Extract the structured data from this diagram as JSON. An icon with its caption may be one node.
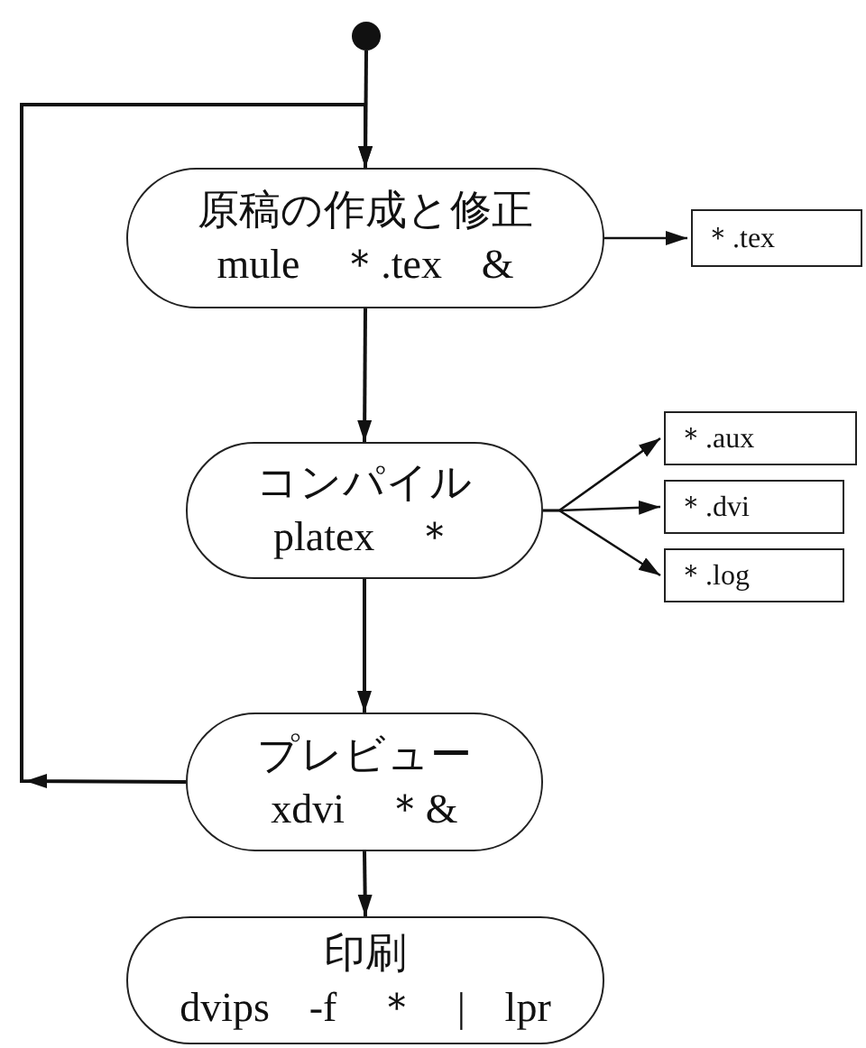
{
  "diagram": {
    "nodes": [
      {
        "text": [],
        "shape": "circle"
      },
      {
        "text": [
          "原稿の作成と修正",
          "mule ＊.tex &"
        ]
      },
      {
        "text": [
          "＊.tex"
        ]
      },
      {
        "text": [
          "コンパイル",
          "platex ＊"
        ]
      },
      {
        "text": [
          "＊.aux"
        ]
      },
      {
        "text": [
          "＊.dvi"
        ]
      },
      {
        "text": [
          "＊.log"
        ]
      },
      {
        "text": [
          "プレビュー",
          "xdvi ＊&"
        ]
      },
      {
        "text": [
          "印刷",
          "dvips -f ＊ | lpr"
        ]
      }
    ],
    "edges": [
      {
        "from": 0,
        "to": 1,
        "arrow": "to"
      },
      {
        "from": 1,
        "to": 2,
        "arrow": "to"
      },
      {
        "from": 1,
        "to": 3,
        "arrow": "to"
      },
      {
        "from": 3,
        "to": 4,
        "arrow": "to"
      },
      {
        "from": 3,
        "to": 5,
        "arrow": "to"
      },
      {
        "from": 3,
        "to": 6,
        "arrow": "to"
      },
      {
        "from": 3,
        "to": 7,
        "arrow": "to"
      },
      {
        "from": 7,
        "to": 8,
        "arrow": "to"
      },
      {
        "from": 7,
        "to": 1,
        "arrow": "to"
      }
    ]
  }
}
